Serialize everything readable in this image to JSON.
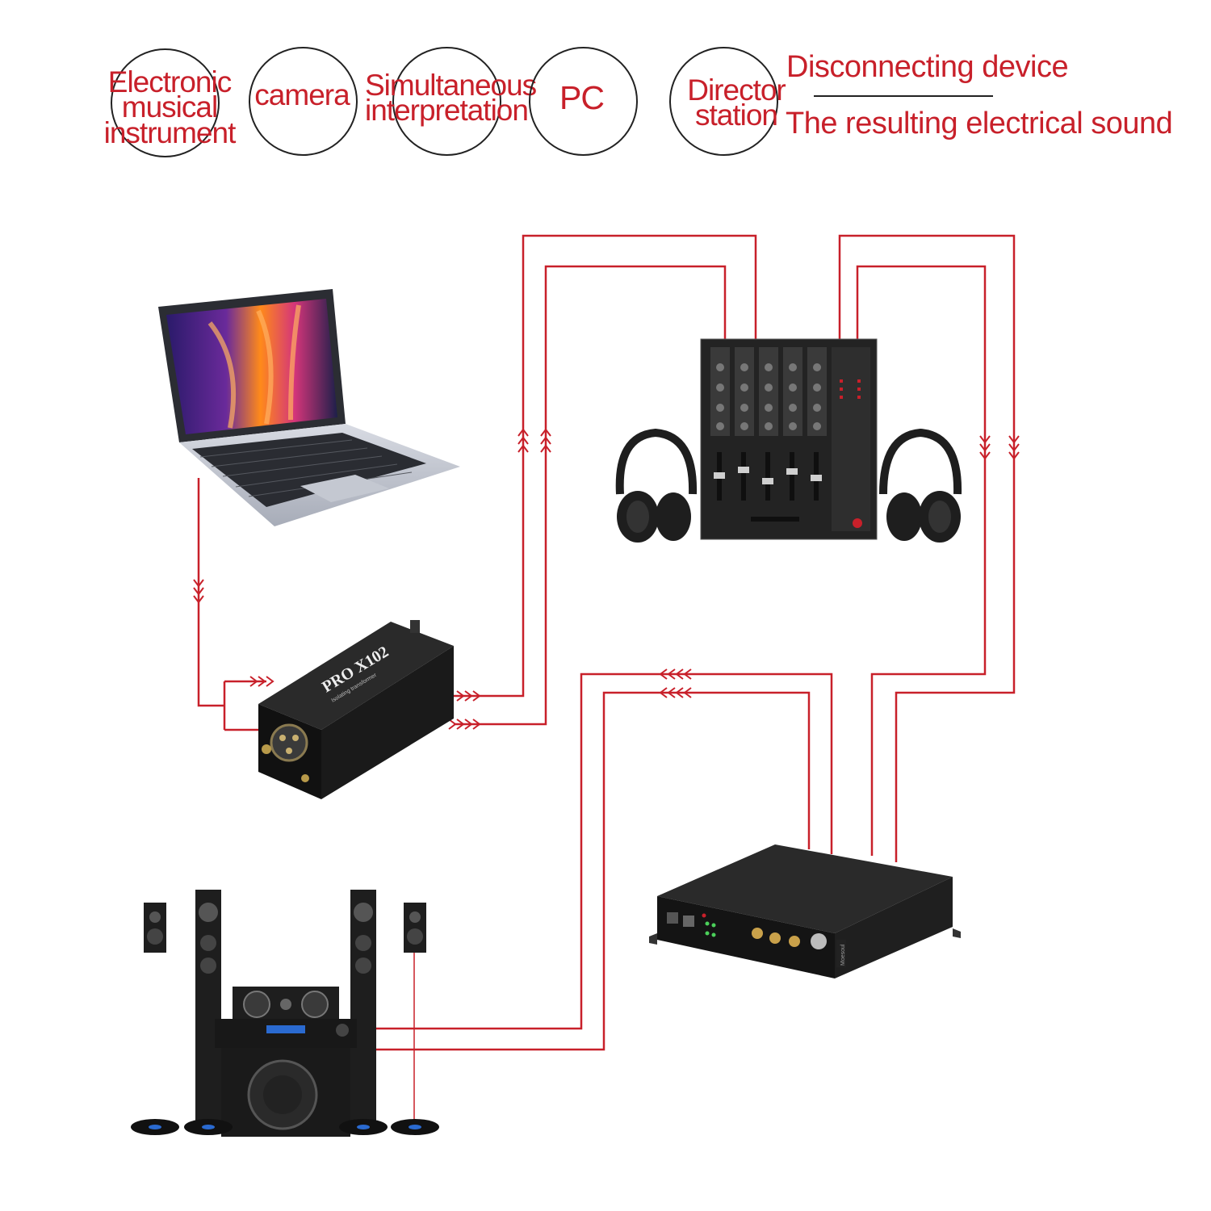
{
  "header": {
    "circles": [
      {
        "lines": [
          "Electronic",
          "musical",
          "instrument"
        ]
      },
      {
        "lines": [
          "camera"
        ]
      },
      {
        "lines": [
          "Simultaneous",
          "interpretation"
        ]
      },
      {
        "lines": [
          "PC"
        ]
      },
      {
        "lines": [
          "Director",
          "station"
        ]
      }
    ],
    "caption_top": "Disconnecting device",
    "caption_bottom": "The resulting electrical sound"
  },
  "devices": {
    "isolator_brand": "PRO X102",
    "isolator_sub": "Isolating transformer",
    "receiver_brand": "Moesoul"
  },
  "colors": {
    "wire": "#c8202a",
    "device_dark": "#1e1e1e",
    "accent": "#c8202a"
  }
}
